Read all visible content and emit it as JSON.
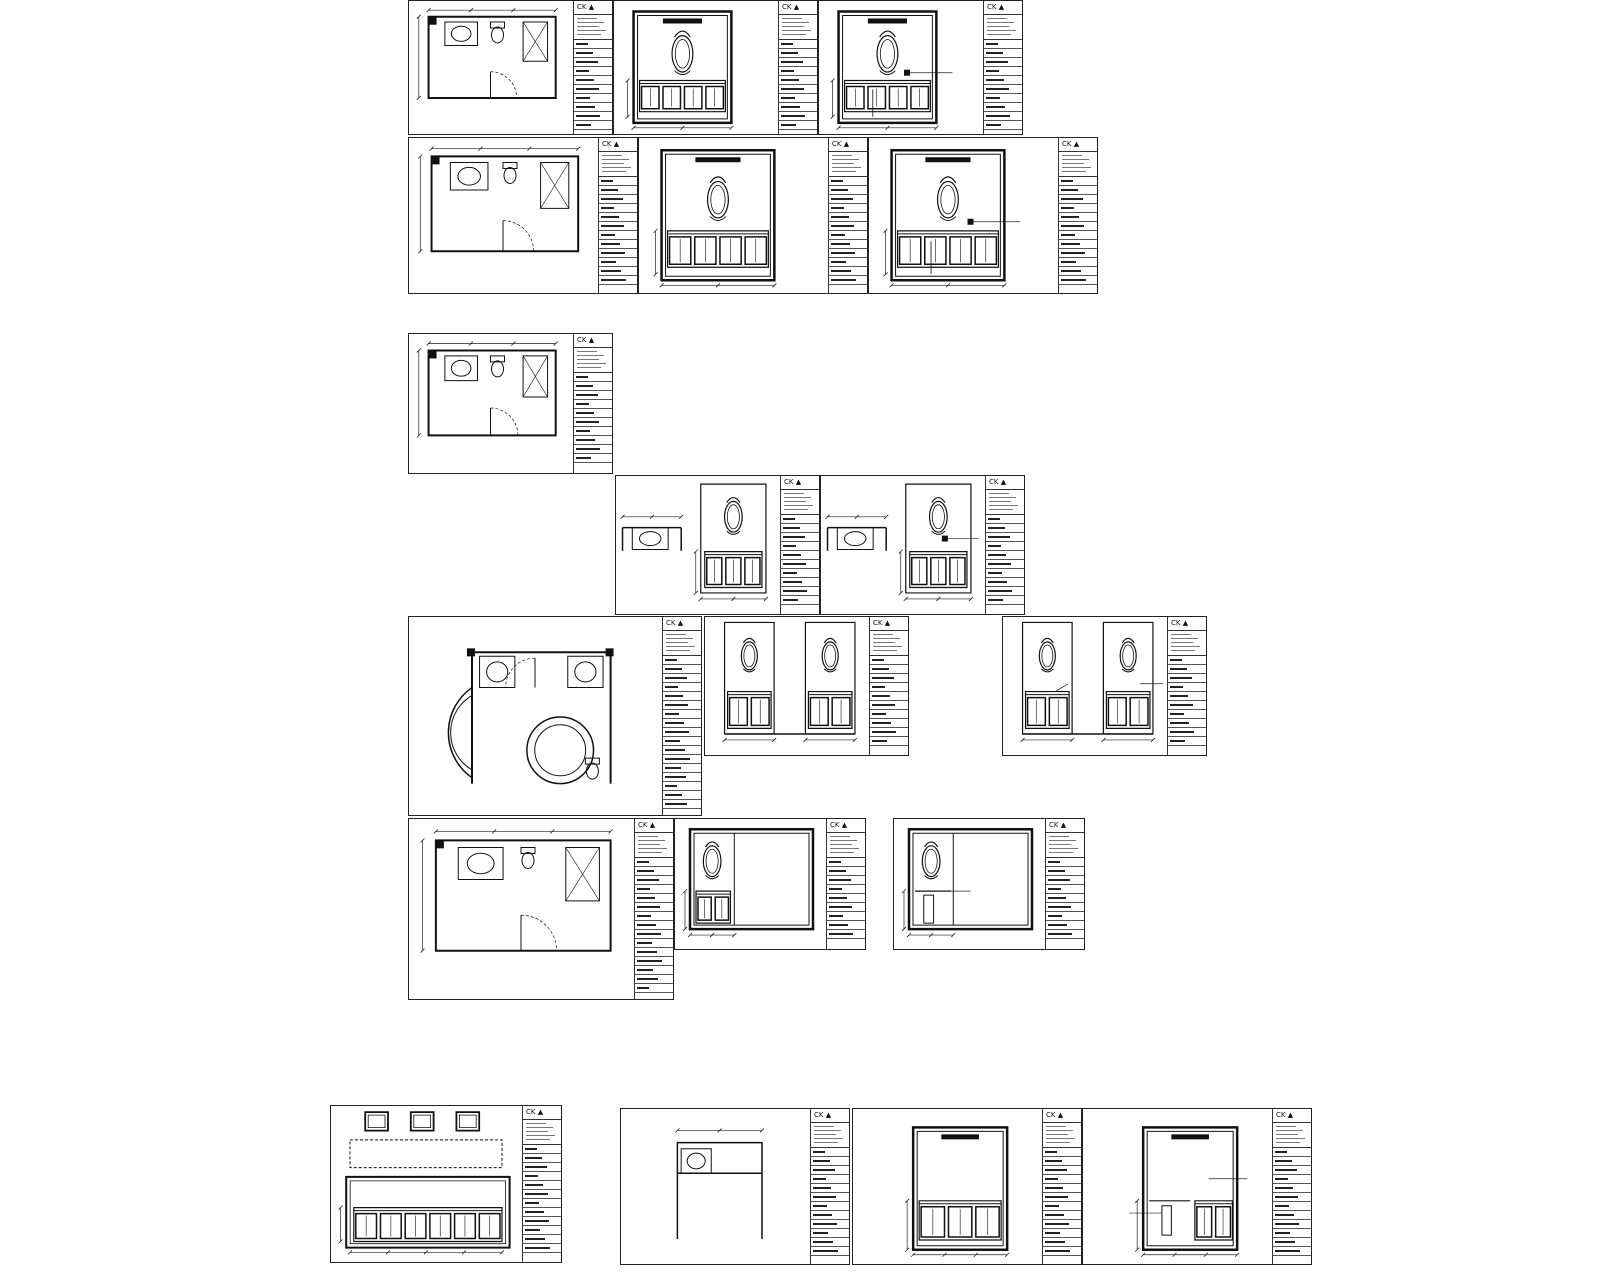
{
  "document": {
    "type": "architectural-drawing-layout",
    "description_visible": false
  },
  "sheets": [
    {
      "id": "s1",
      "kind": "plan"
    },
    {
      "id": "s2",
      "kind": "elev-frame"
    },
    {
      "id": "s3",
      "kind": "elev-frame-dim"
    },
    {
      "id": "s4",
      "kind": "plan"
    },
    {
      "id": "s5",
      "kind": "elev-frame"
    },
    {
      "id": "s6",
      "kind": "elev-frame-dim"
    },
    {
      "id": "s7",
      "kind": "plan"
    },
    {
      "id": "s8",
      "kind": "elev-split"
    },
    {
      "id": "s9",
      "kind": "elev-split-dim"
    },
    {
      "id": "s10",
      "kind": "plan-round"
    },
    {
      "id": "s11",
      "kind": "elev-double"
    },
    {
      "id": "s12",
      "kind": "elev-double-dim"
    },
    {
      "id": "s13",
      "kind": "plan"
    },
    {
      "id": "s14",
      "kind": "elev-wide"
    },
    {
      "id": "s15",
      "kind": "elev-wide-dim"
    },
    {
      "id": "s16",
      "kind": "elev-long"
    },
    {
      "id": "s17",
      "kind": "plan-small"
    },
    {
      "id": "s18",
      "kind": "elev-tall"
    },
    {
      "id": "s19",
      "kind": "elev-tall-dim"
    }
  ],
  "titleblock": {
    "logo_text": "CK",
    "rows": 12
  }
}
